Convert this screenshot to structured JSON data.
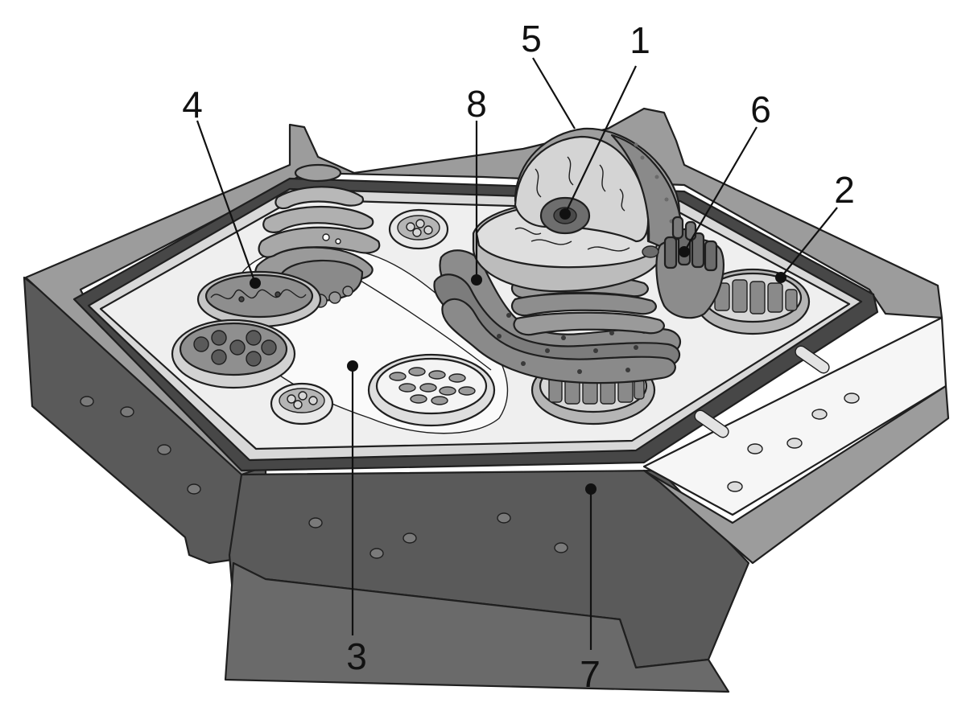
{
  "labels": {
    "l1": "1",
    "l2": "2",
    "l3": "3",
    "l4": "4",
    "l5": "5",
    "l6": "6",
    "l7": "7",
    "l8": "8"
  },
  "colors": {
    "wall_dark": "#555555",
    "wall_mid": "#9c9c9c",
    "wall_light": "#c8c8c8",
    "cytoplasm": "#efefef",
    "vacuole": "#fafafa",
    "organelle_fill": "#a9a9a9",
    "nucleus_fill": "#d6d6d6",
    "nucleolus_fill": "#6e6e6e",
    "ink": "#111111"
  }
}
